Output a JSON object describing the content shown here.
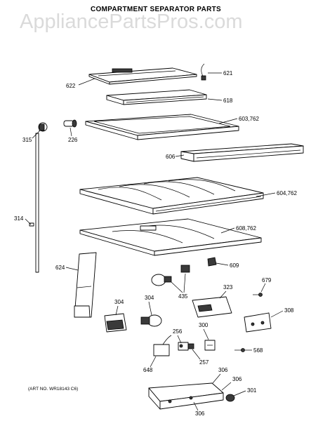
{
  "title": "COMPARTMENT SEPARATOR PARTS",
  "watermark": "AppliancePartsPros.com",
  "art_no": "(ART NO. WR18143 C6)",
  "labels": {
    "p622": "622",
    "p621": "621",
    "p618": "618",
    "p603": "603,762",
    "p315": "315",
    "p226": "226",
    "p606": "606",
    "p604": "604,762",
    "p314": "314",
    "p608": "608,762",
    "p624": "624",
    "p609": "609",
    "p435": "435",
    "p304a": "304",
    "p304b": "304",
    "p323": "323",
    "p679": "679",
    "p308": "308",
    "p256": "256",
    "p300": "300",
    "p648": "648",
    "p257": "257",
    "p568": "568",
    "p306a": "306",
    "p306b": "306",
    "p306c": "306",
    "p301": "301"
  }
}
